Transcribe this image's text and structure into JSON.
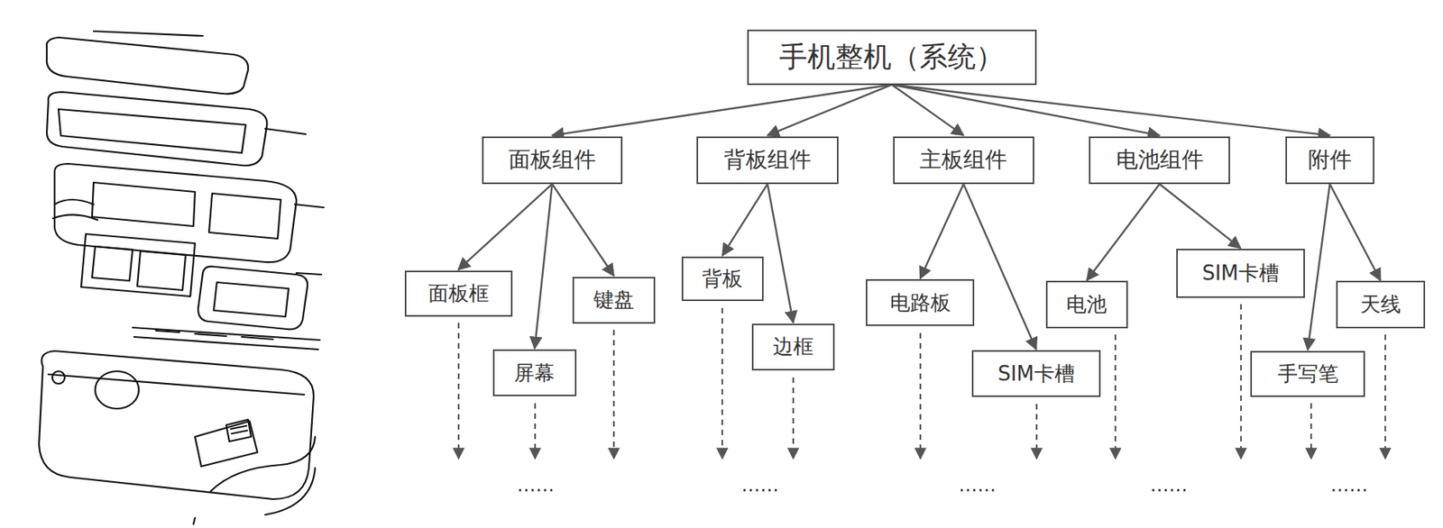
{
  "diagram": {
    "nodes": [
      {
        "text": [
          "手机整机（系统）"
        ]
      },
      {
        "text": [
          "面板组件"
        ]
      },
      {
        "text": [
          "背板组件"
        ]
      },
      {
        "text": [
          "主板组件"
        ]
      },
      {
        "text": [
          "电池组件"
        ]
      },
      {
        "text": [
          "附件"
        ]
      },
      {
        "text": [
          "面板框"
        ]
      },
      {
        "text": [
          "屏幕"
        ]
      },
      {
        "text": [
          "键盘"
        ]
      },
      {
        "text": [
          "背板"
        ]
      },
      {
        "text": [
          "边框"
        ]
      },
      {
        "text": [
          "电路板"
        ]
      },
      {
        "text": [
          "SIM卡槽"
        ]
      },
      {
        "text": [
          "电池"
        ]
      },
      {
        "text": [
          "SIM卡槽"
        ]
      },
      {
        "text": [
          "手写笔"
        ]
      },
      {
        "text": [
          "天线"
        ]
      }
    ],
    "edges": [
      {
        "from": 0,
        "to": 1,
        "arrow": "to"
      },
      {
        "from": 0,
        "to": 2,
        "arrow": "to"
      },
      {
        "from": 0,
        "to": 3,
        "arrow": "to"
      },
      {
        "from": 0,
        "to": 4,
        "arrow": "to"
      },
      {
        "from": 0,
        "to": 5,
        "arrow": "to"
      },
      {
        "from": 1,
        "to": 6,
        "arrow": "to"
      },
      {
        "from": 1,
        "to": 7,
        "arrow": "to"
      },
      {
        "from": 1,
        "to": 8,
        "arrow": "to"
      },
      {
        "from": 2,
        "to": 9,
        "arrow": "to"
      },
      {
        "from": 2,
        "to": 10,
        "arrow": "to"
      },
      {
        "from": 3,
        "to": 11,
        "arrow": "to"
      },
      {
        "from": 3,
        "to": 12,
        "arrow": "to"
      },
      {
        "from": 4,
        "to": 13,
        "arrow": "to"
      },
      {
        "from": 4,
        "to": 14,
        "arrow": "to"
      },
      {
        "from": 5,
        "to": 15,
        "arrow": "to"
      },
      {
        "from": 5,
        "to": 16,
        "arrow": "to"
      }
    ],
    "labels": [
      "……",
      "……",
      "……",
      "……",
      "……"
    ]
  }
}
